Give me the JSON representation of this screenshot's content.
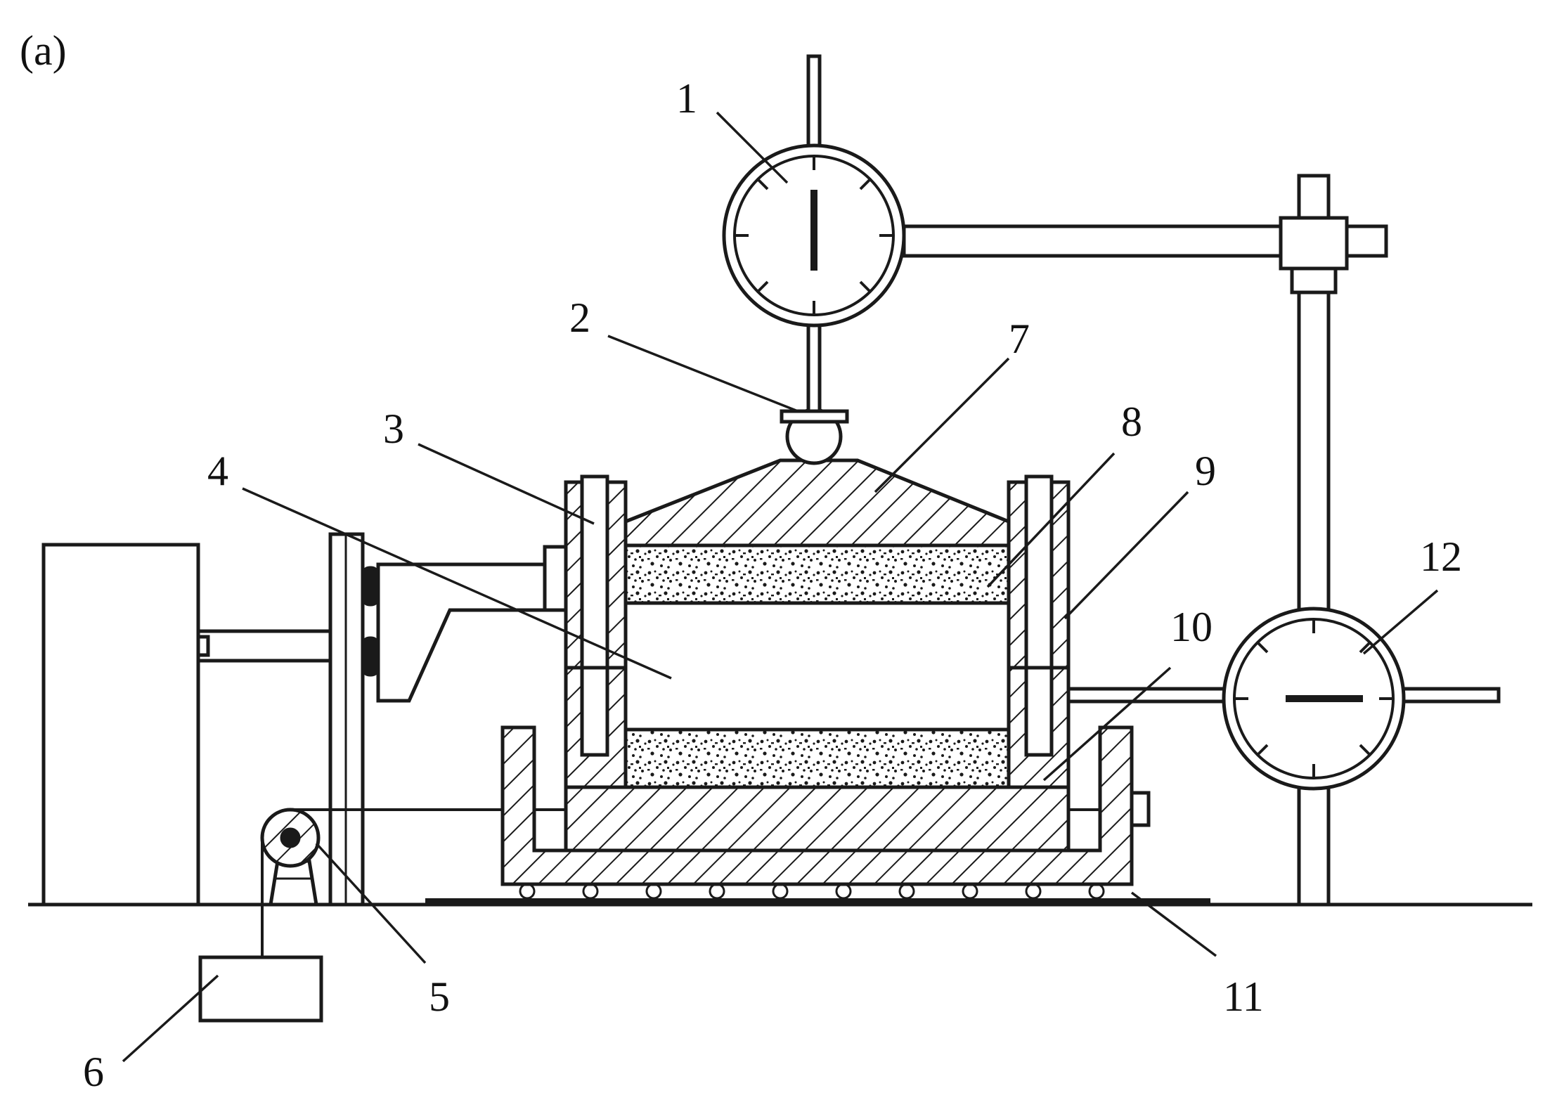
{
  "figure": {
    "panel_label": "(a)",
    "callouts": [
      {
        "id": "1",
        "text": "1"
      },
      {
        "id": "2",
        "text": "2"
      },
      {
        "id": "3",
        "text": "3"
      },
      {
        "id": "4",
        "text": "4"
      },
      {
        "id": "5",
        "text": "5"
      },
      {
        "id": "6",
        "text": "6"
      },
      {
        "id": "7",
        "text": "7"
      },
      {
        "id": "8",
        "text": "8"
      },
      {
        "id": "9",
        "text": "9"
      },
      {
        "id": "10",
        "text": "10"
      },
      {
        "id": "11",
        "text": "11"
      },
      {
        "id": "12",
        "text": "12"
      }
    ]
  },
  "colors": {
    "line": "#1a1a1a",
    "background": "#ffffff"
  }
}
